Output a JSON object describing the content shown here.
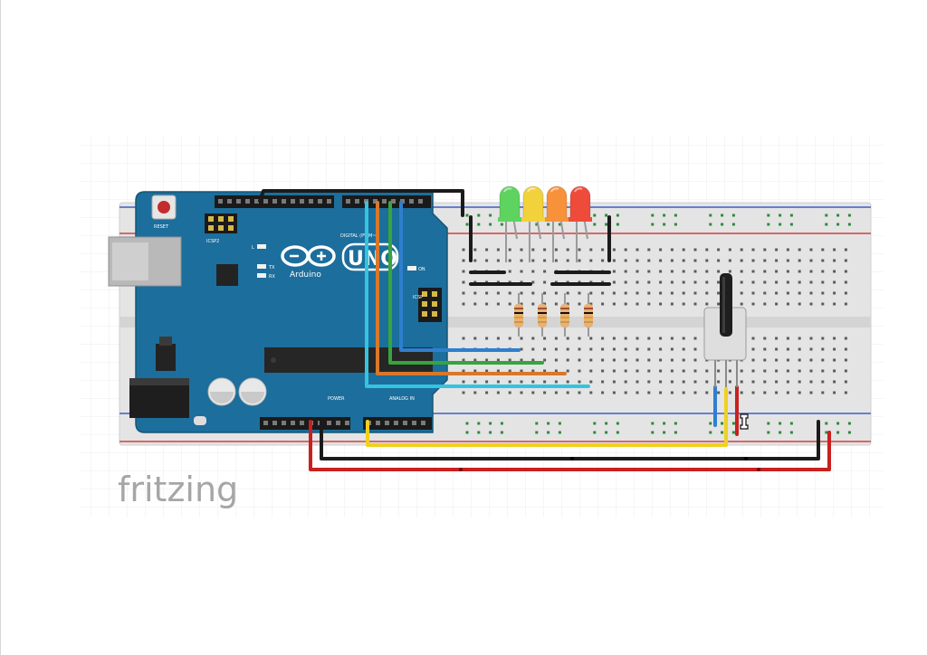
{
  "watermark": "fritzing",
  "board": {
    "logo_text": "Arduino",
    "model": "UNO",
    "reset_label": "RESET",
    "icsp2_label": "ICSP2",
    "icsp_label": "ICSP",
    "l_label": "L",
    "tx_label": "TX",
    "rx_label": "RX",
    "on_label": "ON",
    "digital_label": "DIGITAL (PWM~)",
    "power_label": "POWER",
    "analog_label": "ANALOG IN"
  },
  "leds": [
    {
      "name": "led-green",
      "color": "#5fd35f"
    },
    {
      "name": "led-yellow",
      "color": "#f2d23a"
    },
    {
      "name": "led-orange",
      "color": "#f7913a"
    },
    {
      "name": "led-red",
      "color": "#ee4b3b"
    }
  ],
  "colors": {
    "board_blue": "#1c6e9c",
    "breadboard": "#e4e4e4",
    "wire_black": "#1b1b1b",
    "wire_red": "#c8211f",
    "wire_yellow": "#f0d01e",
    "wire_blue": "#2f7fd0",
    "wire_green": "#36a53c",
    "wire_orange": "#d9782a",
    "wire_cyan": "#34c4e0"
  }
}
